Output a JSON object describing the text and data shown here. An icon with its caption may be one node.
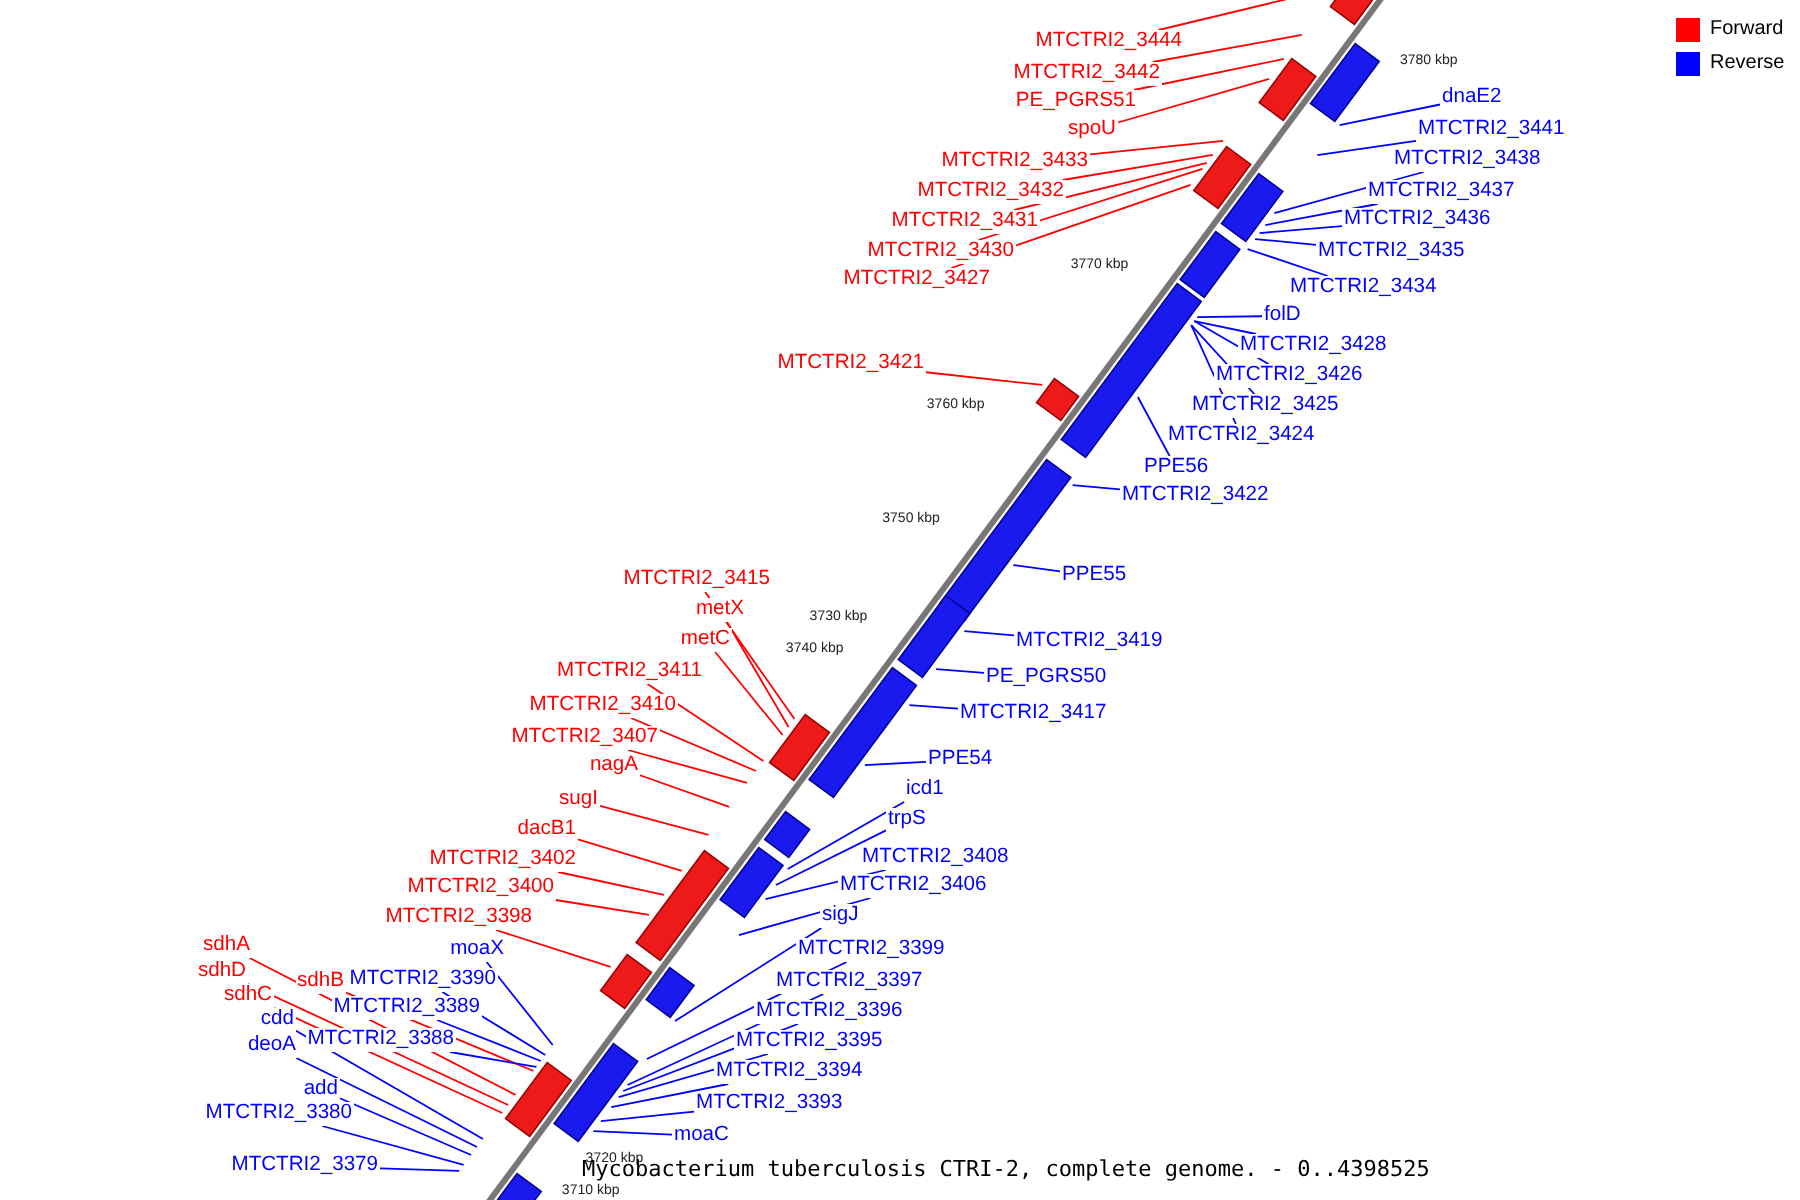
{
  "diagram": {
    "caption": "Mycobacterium tuberculosis CTRI-2, complete genome. - 0..4398525",
    "nodes": [
      {
        "text": [
          "MTCTRI2_3444"
        ]
      },
      {
        "text": [
          "MTCTRI2_3442"
        ]
      },
      {
        "text": [
          "dnaE2"
        ]
      },
      {
        "text": [
          "PE_PGRS51"
        ]
      },
      {
        "text": [
          "spoU"
        ]
      },
      {
        "text": [
          "MTCTRI2_3441"
        ]
      },
      {
        "text": [
          "MTCTRI2_3438"
        ]
      },
      {
        "text": [
          "MTCTRI2_3433"
        ]
      },
      {
        "text": [
          "MTCTRI2_3432"
        ]
      },
      {
        "text": [
          "MTCTRI2_3437"
        ]
      },
      {
        "text": [
          "MTCTRI2_3436"
        ]
      },
      {
        "text": [
          "MTCTRI2_3431"
        ]
      },
      {
        "text": [
          "MTCTRI2_3435"
        ]
      },
      {
        "text": [
          "MTCTRI2_3430"
        ]
      },
      {
        "text": [
          "MTCTRI2_3427"
        ]
      },
      {
        "text": [
          "MTCTRI2_3434"
        ]
      },
      {
        "text": [
          "folD"
        ]
      },
      {
        "text": [
          "MTCTRI2_3428"
        ]
      },
      {
        "text": [
          "MTCTRI2_3421"
        ]
      },
      {
        "text": [
          "MTCTRI2_3426"
        ]
      },
      {
        "text": [
          "MTCTRI2_3425"
        ]
      },
      {
        "text": [
          "MTCTRI2_3424"
        ]
      },
      {
        "text": [
          "PPE56"
        ]
      },
      {
        "text": [
          "MTCTRI2_3422"
        ]
      },
      {
        "text": [
          "PPE55"
        ]
      },
      {
        "text": [
          "MTCTRI2_3415"
        ]
      },
      {
        "text": [
          "metX"
        ]
      },
      {
        "text": [
          "MTCTRI2_3419"
        ]
      },
      {
        "text": [
          "metC"
        ]
      },
      {
        "text": [
          "MTCTRI2_3411"
        ]
      },
      {
        "text": [
          "PE_PGRS50"
        ]
      },
      {
        "text": [
          "MTCTRI2_3410"
        ]
      },
      {
        "text": [
          "MTCTRI2_3417"
        ]
      },
      {
        "text": [
          "MTCTRI2_3407"
        ]
      },
      {
        "text": [
          "PPE54"
        ]
      },
      {
        "text": [
          "nagA"
        ]
      },
      {
        "text": [
          "icd1"
        ]
      },
      {
        "text": [
          "sugI"
        ]
      },
      {
        "text": [
          "trpS"
        ]
      },
      {
        "text": [
          "dacB1"
        ]
      },
      {
        "text": [
          "MTCTRI2_3402"
        ]
      },
      {
        "text": [
          "MTCTRI2_3408"
        ]
      },
      {
        "text": [
          "MTCTRI2_3406"
        ]
      },
      {
        "text": [
          "MTCTRI2_3400"
        ]
      },
      {
        "text": [
          "sigJ"
        ]
      },
      {
        "text": [
          "MTCTRI2_3398"
        ]
      },
      {
        "text": [
          "sdhA"
        ]
      },
      {
        "text": [
          "moaX"
        ]
      },
      {
        "text": [
          "MTCTRI2_3399"
        ]
      },
      {
        "text": [
          "sdhD"
        ]
      },
      {
        "text": [
          "MTCTRI2_3390"
        ]
      },
      {
        "text": [
          "MTCTRI2_3397"
        ]
      },
      {
        "text": [
          "sdhB"
        ]
      },
      {
        "text": [
          "sdhC"
        ]
      },
      {
        "text": [
          "MTCTRI2_3389"
        ]
      },
      {
        "text": [
          "MTCTRI2_3396"
        ]
      },
      {
        "text": [
          "cdd"
        ]
      },
      {
        "text": [
          "MTCTRI2_3388"
        ]
      },
      {
        "text": [
          "deoA"
        ]
      },
      {
        "text": [
          "MTCTRI2_3395"
        ]
      },
      {
        "text": [
          "MTCTRI2_3394"
        ]
      },
      {
        "text": [
          "add"
        ]
      },
      {
        "text": [
          "MTCTRI2_3393"
        ]
      },
      {
        "text": [
          "MTCTRI2_3380"
        ]
      },
      {
        "text": [
          "moaC"
        ]
      },
      {
        "text": [
          "MTCTRI2_3379"
        ]
      }
    ],
    "edges": [
      {
        "from": 0,
        "to": null,
        "arrow": "none",
        "color": "#ff0000"
      },
      {
        "from": 1,
        "to": null,
        "arrow": "none",
        "color": "#ff0000"
      },
      {
        "from": 2,
        "to": null,
        "arrow": "none"
      },
      {
        "from": 3,
        "to": null,
        "arrow": "none",
        "color": "#ff0000"
      },
      {
        "from": 4,
        "to": null,
        "arrow": "none",
        "color": "#ff0000"
      },
      {
        "from": 5,
        "to": null,
        "arrow": "none"
      },
      {
        "from": 6,
        "to": null,
        "arrow": "none"
      },
      {
        "from": 7,
        "to": null,
        "arrow": "none",
        "color": "#ff0000"
      },
      {
        "from": 8,
        "to": null,
        "arrow": "none",
        "color": "#ff0000"
      },
      {
        "from": 9,
        "to": null,
        "arrow": "none"
      },
      {
        "from": 10,
        "to": null,
        "arrow": "none"
      },
      {
        "from": 11,
        "to": null,
        "arrow": "none",
        "color": "#ff0000"
      },
      {
        "from": 12,
        "to": null,
        "arrow": "none"
      },
      {
        "from": 13,
        "to": null,
        "arrow": "none",
        "color": "#ff0000"
      },
      {
        "from": 14,
        "to": null,
        "arrow": "none",
        "color": "#ff0000"
      },
      {
        "from": 15,
        "to": null,
        "arrow": "none"
      },
      {
        "from": 16,
        "to": null,
        "arrow": "none"
      },
      {
        "from": 17,
        "to": null,
        "arrow": "none"
      },
      {
        "from": 18,
        "to": null,
        "arrow": "none",
        "color": "#ff0000"
      },
      {
        "from": 19,
        "to": null,
        "arrow": "none"
      },
      {
        "from": 20,
        "to": null,
        "arrow": "none"
      },
      {
        "from": 21,
        "to": null,
        "arrow": "none"
      },
      {
        "from": 22,
        "to": null,
        "arrow": "none"
      },
      {
        "from": 23,
        "to": null,
        "arrow": "none"
      },
      {
        "from": 24,
        "to": null,
        "arrow": "none"
      },
      {
        "from": 25,
        "to": null,
        "arrow": "none",
        "color": "#ff0000"
      },
      {
        "from": 26,
        "to": null,
        "arrow": "none",
        "color": "#ff0000"
      },
      {
        "from": 27,
        "to": null,
        "arrow": "none"
      },
      {
        "from": 28,
        "to": null,
        "arrow": "none",
        "color": "#ff0000"
      },
      {
        "from": 29,
        "to": null,
        "arrow": "none",
        "color": "#ff0000"
      },
      {
        "from": 30,
        "to": null,
        "arrow": "none"
      },
      {
        "from": 31,
        "to": null,
        "arrow": "none",
        "color": "#ff0000"
      },
      {
        "from": 32,
        "to": null,
        "arrow": "none"
      },
      {
        "from": 33,
        "to": null,
        "arrow": "none",
        "color": "#ff0000"
      },
      {
        "from": 34,
        "to": null,
        "arrow": "none"
      },
      {
        "from": 35,
        "to": null,
        "arrow": "none",
        "color": "#ff0000"
      },
      {
        "from": 36,
        "to": null,
        "arrow": "none"
      },
      {
        "from": 37,
        "to": null,
        "arrow": "none",
        "color": "#ff0000"
      },
      {
        "from": 38,
        "to": null,
        "arrow": "none"
      },
      {
        "from": 39,
        "to": null,
        "arrow": "none",
        "color": "#ff0000"
      },
      {
        "from": 40,
        "to": null,
        "arrow": "none",
        "color": "#ff0000"
      },
      {
        "from": 41,
        "to": null,
        "arrow": "none"
      },
      {
        "from": 42,
        "to": null,
        "arrow": "none"
      },
      {
        "from": 43,
        "to": null,
        "arrow": "none",
        "color": "#ff0000"
      },
      {
        "from": 44,
        "to": null,
        "arrow": "none"
      },
      {
        "from": 45,
        "to": null,
        "arrow": "none",
        "color": "#ff0000"
      },
      {
        "from": 46,
        "to": null,
        "arrow": "none",
        "color": "#ff0000"
      },
      {
        "from": 47,
        "to": null,
        "arrow": "none"
      },
      {
        "from": 48,
        "to": null,
        "arrow": "none"
      },
      {
        "from": 49,
        "to": null,
        "arrow": "none",
        "color": "#ff0000"
      },
      {
        "from": 50,
        "to": null,
        "arrow": "none"
      },
      {
        "from": 51,
        "to": null,
        "arrow": "none"
      },
      {
        "from": 52,
        "to": null,
        "arrow": "none",
        "color": "#ff0000"
      },
      {
        "from": 53,
        "to": null,
        "arrow": "none",
        "color": "#ff0000"
      },
      {
        "from": 54,
        "to": null,
        "arrow": "none"
      },
      {
        "from": 55,
        "to": null,
        "arrow": "none"
      },
      {
        "from": 56,
        "to": null,
        "arrow": "none"
      },
      {
        "from": 57,
        "to": null,
        "arrow": "none"
      },
      {
        "from": 58,
        "to": null,
        "arrow": "none"
      },
      {
        "from": 59,
        "to": null,
        "arrow": "none"
      },
      {
        "from": 60,
        "to": null,
        "arrow": "none"
      },
      {
        "from": 61,
        "to": null,
        "arrow": "none"
      },
      {
        "from": 62,
        "to": null,
        "arrow": "none"
      },
      {
        "from": 63,
        "to": null,
        "arrow": "none"
      },
      {
        "from": 64,
        "to": null,
        "arrow": "none"
      },
      {
        "from": 65,
        "to": null,
        "arrow": "none"
      }
    ],
    "labels": [
      "3780 kbp",
      "3770 kbp",
      "3760 kbp",
      "3750 kbp",
      "3740 kbp",
      "3730 kbp",
      "3720 kbp",
      "3710 kbp"
    ],
    "legend": [
      {
        "text": "Forward",
        "color": "#ff0000"
      },
      {
        "text": "Reverse",
        "color": "#0000ff"
      }
    ]
  }
}
